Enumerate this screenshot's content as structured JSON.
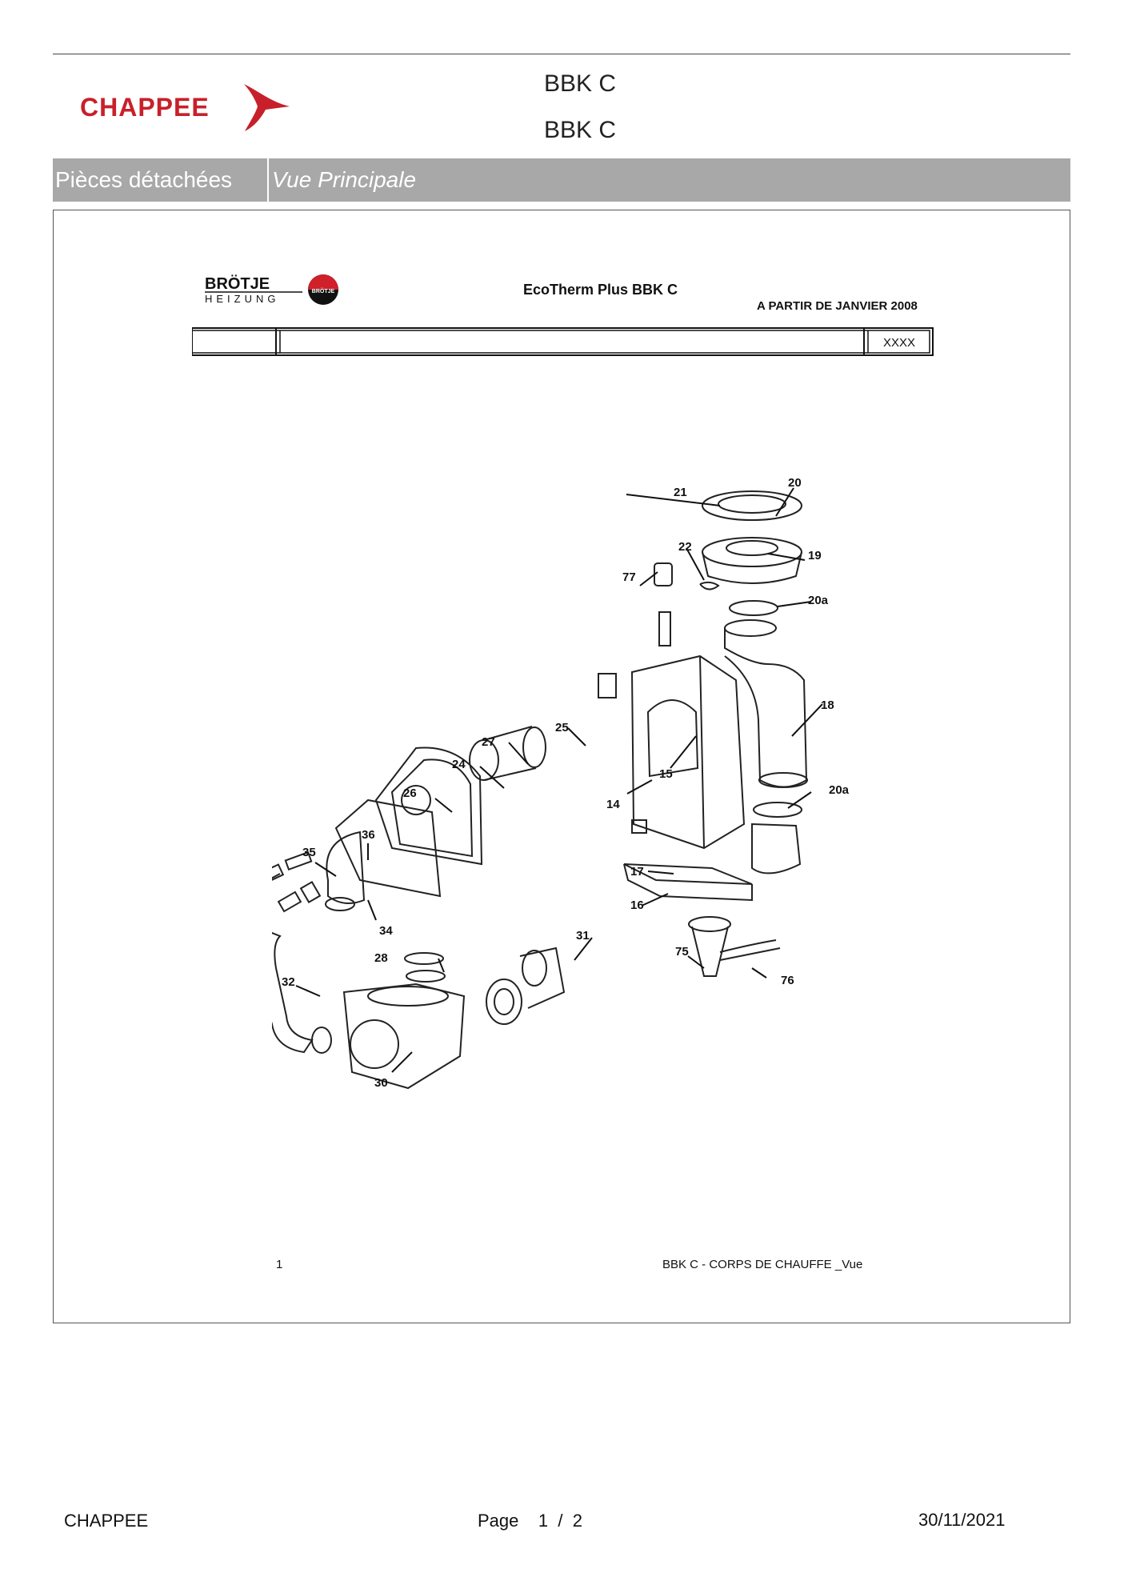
{
  "header": {
    "brand_logo_text": "CHAPPEE",
    "model_line_1": "BBK C",
    "model_line_2": "BBK C"
  },
  "section_band": {
    "left_label": "Pièces détachées",
    "right_label": "Vue Principale"
  },
  "sheet": {
    "maker_logo_text": [
      "BRÖTJE",
      "HEIZUNG",
      "BRÖTJE"
    ],
    "product_title": "EcoTherm Plus BBK C",
    "validity": "A PARTIR DE JANVIER 2008",
    "title_block_code": "XXXX",
    "figure_number": "1",
    "figure_caption": "BBK C - CORPS DE CHAUFFE _Vue"
  },
  "drawing": {
    "part_labels": [
      "20",
      "21",
      "22",
      "19",
      "77",
      "20a",
      "18",
      "25",
      "27",
      "15",
      "24",
      "14",
      "26",
      "36",
      "20a",
      "35",
      "17",
      "16",
      "34",
      "31",
      "28",
      "75",
      "76",
      "32",
      "30"
    ]
  },
  "colors": {
    "brand_red": "#c8202a",
    "band_grey": "#a8a8a8"
  },
  "footer": {
    "brand": "CHAPPEE",
    "page_label": "Page",
    "page_current": "1",
    "page_sep": "/",
    "page_total": "2",
    "date": "30/11/2021"
  }
}
